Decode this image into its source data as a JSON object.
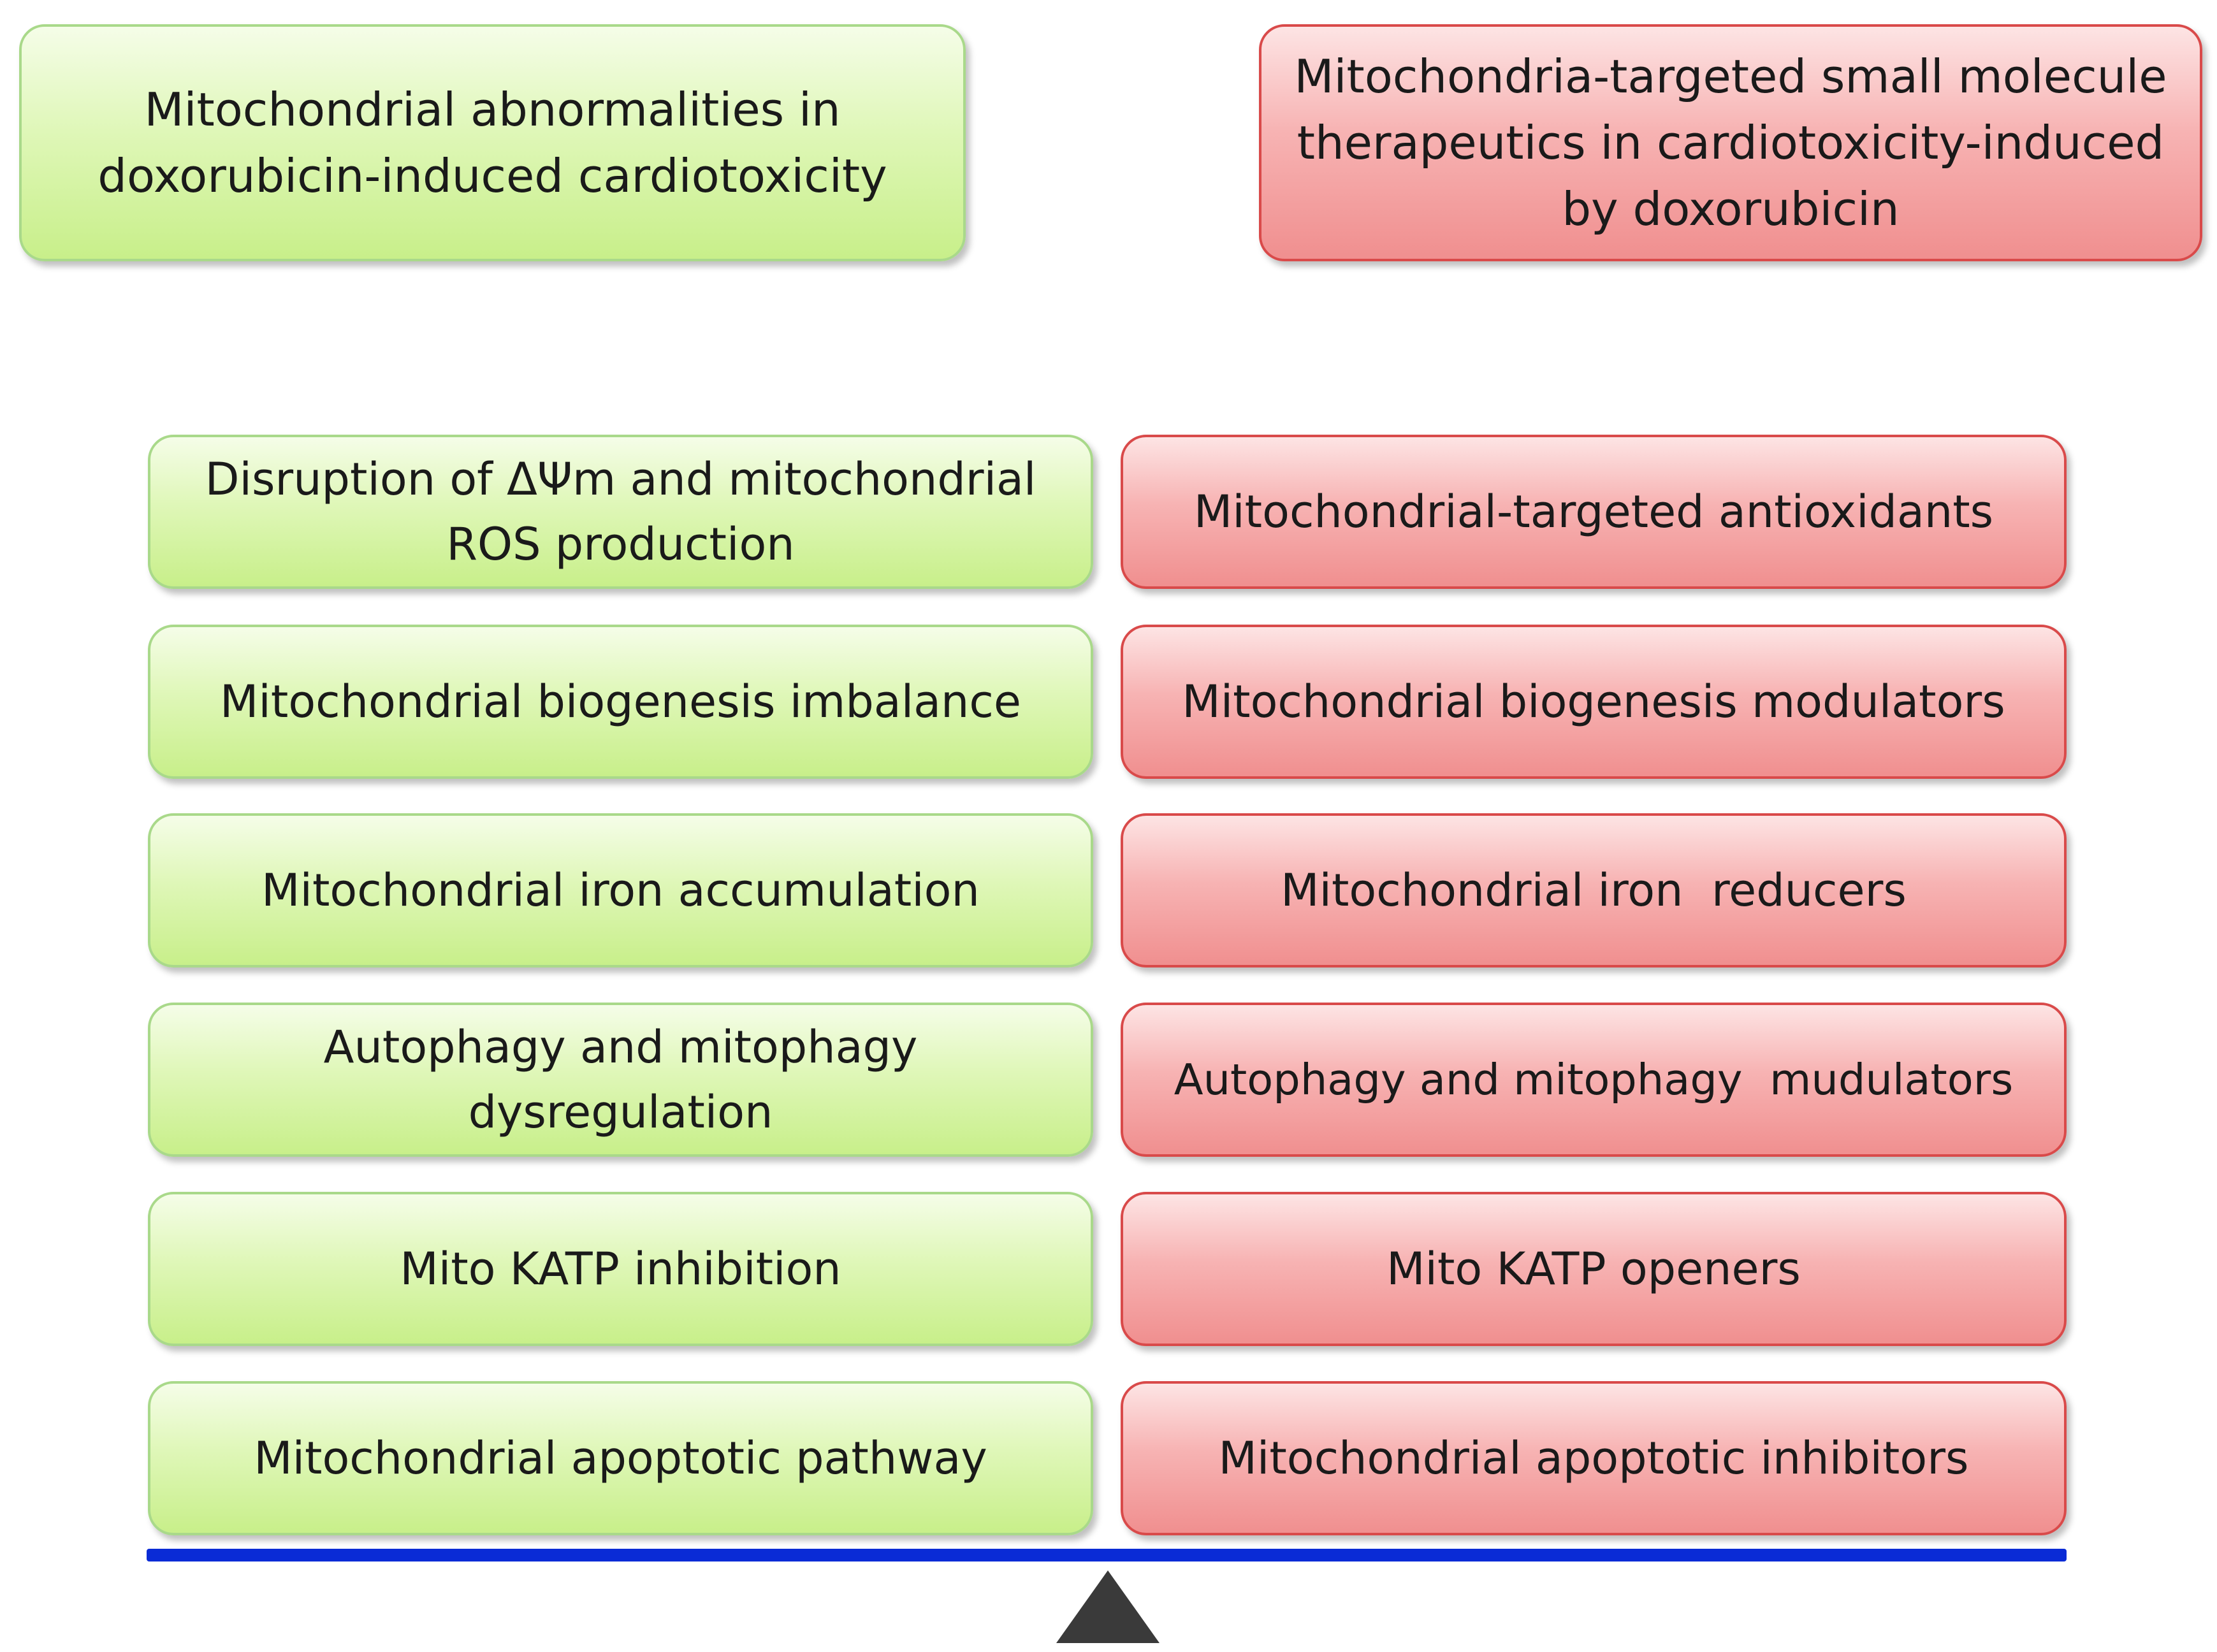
{
  "header": {
    "left_title": "Mitochondrial abnormalities in doxorubicin-induced cardiotoxicity",
    "right_title": "Mitochondria-targeted small molecule therapeutics in cardiotoxicity-induced by doxorubicin"
  },
  "rows": [
    {
      "abnormality": "Disruption of ΔΨm and mitochondrial ROS production",
      "therapeutic": "Mitochondrial-targeted antioxidants"
    },
    {
      "abnormality": "Mitochondrial biogenesis imbalance",
      "therapeutic": "Mitochondrial biogenesis modulators"
    },
    {
      "abnormality": "Mitochondrial iron accumulation",
      "therapeutic": "Mitochondrial iron  reducers"
    },
    {
      "abnormality": "Autophagy and mitophagy dysregulation",
      "therapeutic": "Autophagy and mitophagy  mudulators"
    },
    {
      "abnormality": "Mito KATP inhibition",
      "therapeutic": "Mito KATP openers"
    },
    {
      "abnormality": "Mitochondrial apoptotic pathway",
      "therapeutic": "Mitochondrial apoptotic inhibitors"
    }
  ],
  "colors": {
    "abnormality_box": "#dff7b8",
    "therapeutic_box": "#f7b3b3",
    "balance_beam": "#0a2bd6",
    "fulcrum": "#3a3a3a"
  }
}
